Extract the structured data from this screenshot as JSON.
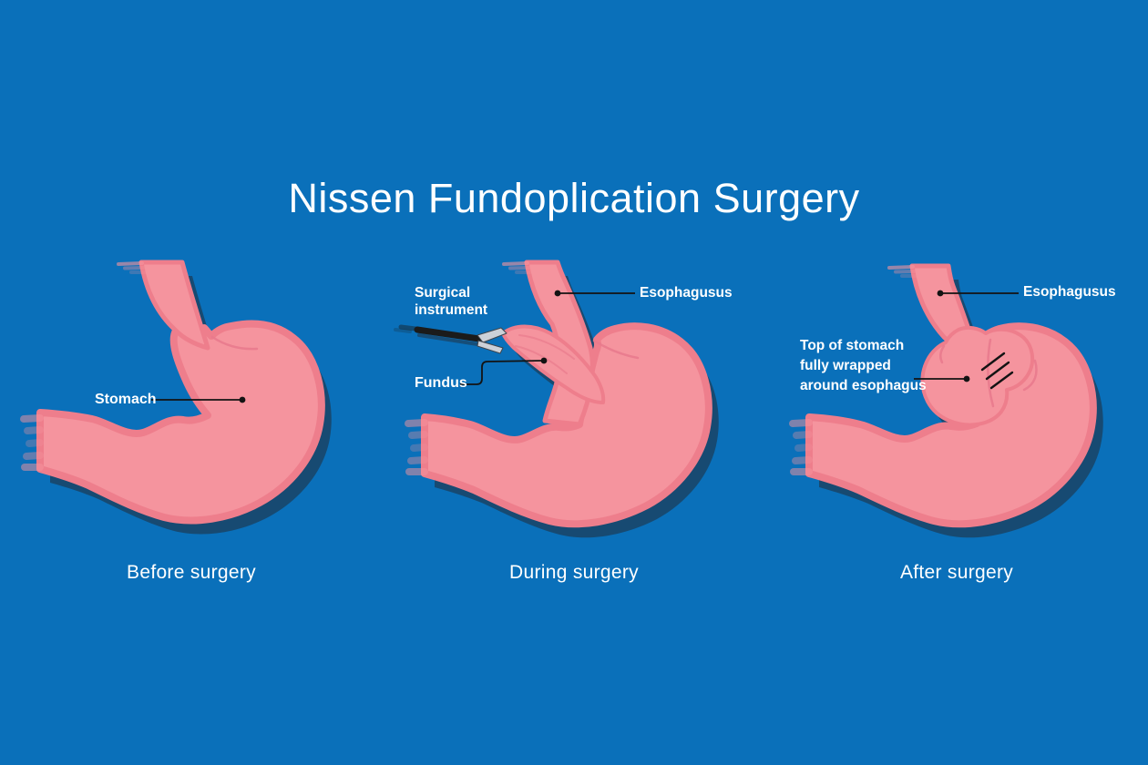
{
  "title": "Nissen Fundoplication Surgery",
  "colors": {
    "background": "#0a70ba",
    "shadow": "#174a72",
    "stomach": "#f5949e",
    "stomach_edge": "#ee7e8c",
    "crease": "#e8798c",
    "leader_line": "#131313",
    "text": "#ffffff",
    "instrument": "#1b1b1b",
    "grasper": "#ccd1d8"
  },
  "panels": [
    {
      "caption": "Before surgery",
      "labels": {
        "stomach": "Stomach"
      }
    },
    {
      "caption": "During surgery",
      "labels": {
        "surgical_instrument": "Surgical instrument",
        "esophagus": "Esophagusus",
        "fundus": "Fundus"
      }
    },
    {
      "caption": "After surgery",
      "labels": {
        "esophagus": "Esophagusus",
        "wrap": "Top of stomach fully wrapped around esophagus"
      }
    }
  ]
}
